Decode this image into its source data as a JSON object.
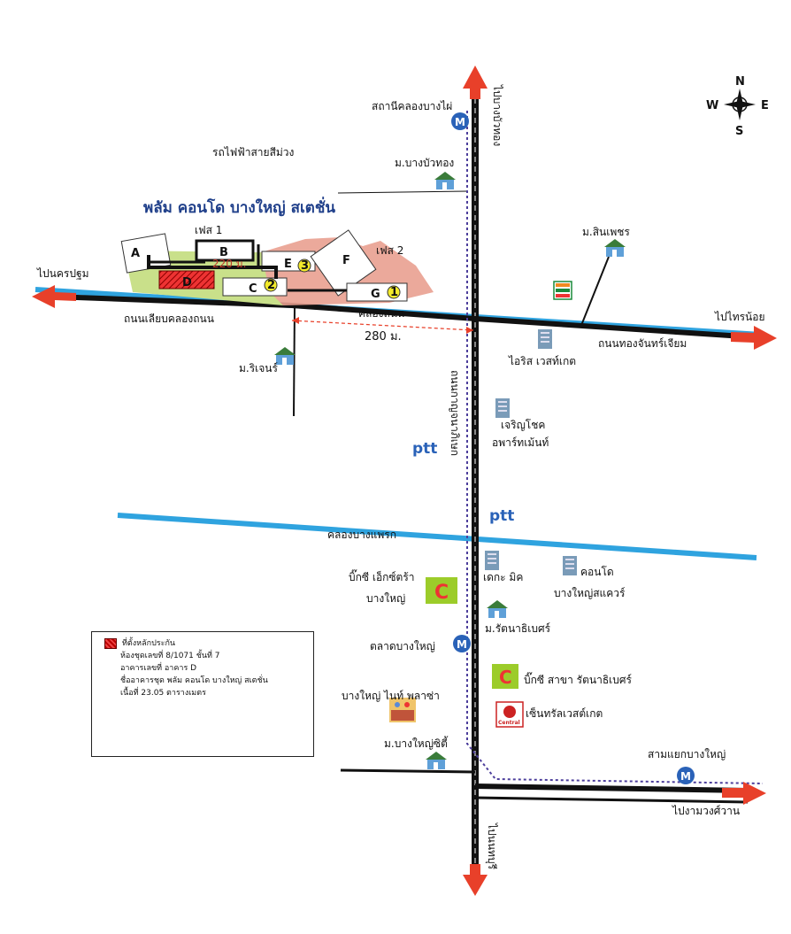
{
  "title": "พลัม คอนโด บางใหญ่ สเตชั่น",
  "phases": {
    "phase1": "เฟส 1",
    "phase2": "เฟส 2"
  },
  "buildings": {
    "A": "A",
    "B": "B",
    "C": "C",
    "D": "D",
    "E": "E",
    "F": "F",
    "G": "G"
  },
  "markers": {
    "n1": "1",
    "n2": "2",
    "n3": "3"
  },
  "distances": {
    "d220": "220 ม.",
    "d280": "280 ม."
  },
  "roads": {
    "to_nakhon_pathom": "ไปนครปฐม",
    "to_sai_noi": "ไปไทรน้อย",
    "canal_side_road": "ถนนเลียบคลองถนน",
    "canal_thanon": "คลองถนน",
    "thong_chan_road": "ถนนทองจันทร์เจียม",
    "kanchanaphisek_left": "ถนนกาญจนาภิเษก",
    "to_ngam_wong_wan": "ไปงามวงศ์วาน",
    "north_road": "ไปบางบัวทอง",
    "south_road": "ไปนนทบุรี",
    "canal_bang_phraek": "คลองบางแพรก"
  },
  "places": {
    "khlong_bang_phai_station": "สถานีคลองบางไผ่",
    "purple_line": "รถไฟฟ้าสายสีม่วง",
    "bang_bua_thong_village": "ม.บางบัวทอง",
    "sinphet_village": "ม.สินเพชร",
    "iris_westgate": "ไอริส เวสท์เกต",
    "ri_chen_village": "ม.ริเจนร์",
    "charoenchok_apartment_1": "เจริญโชค",
    "charoenchok_apartment_2": "อพาร์ทเม้นท์",
    "ptt_1": "ptt",
    "ptt_2": "ptt",
    "bigc_extra_1": "บิ๊กซี เอ็กซ์ตร้า",
    "bigc_extra_2": "บางใหญ่",
    "tc_mix": "เดกะ มิค",
    "condo_square_1": "คอนโด",
    "condo_square_2": "บางใหญ่สแควร์",
    "rattanathibet_village": "ม.รัตนาธิเบศร์",
    "talad_bang_yai": "ตลาดบางใหญ่",
    "bigc_rattanathibet": "บิ๊กซี สาขา รัตนาธิเบศร์",
    "bang_yai_night_plaza": "บางใหญ่ ไนท์ พลาซ่า",
    "central_westgate": "เซ็นทรัลเวสต์เกต",
    "bang_yai_city_village": "ม.บางใหญ่ซิตี้",
    "bang_yai_intersection": "สามแยกบางใหญ่",
    "central_logo": "Central",
    "bigc_logo": "C"
  },
  "compass": {
    "n": "N",
    "s": "S",
    "e": "E",
    "w": "W"
  },
  "metro_symbol": "M",
  "legend": {
    "line1": "ที่ตั้งหลักประกัน",
    "line2": "ห้องชุดเลขที่ 8/1071  ชั้นที่ 7",
    "line3": "อาคารเลขที่ อาคาร D",
    "line4": "ชื่ออาคารชุด พลัม คอนโด บางใหญ่ สเตชั่น",
    "line5": "เนื้อที่ 23.05 ตารางเมตร"
  },
  "colors": {
    "road": "#111111",
    "canal": "#2fa3df",
    "arrow": "#e8402a",
    "phase2_zone": "#e9a090",
    "phase1_zone": "#c9e08a",
    "highlight": "#e12a2a",
    "metro": "#2a62b8",
    "title": "#1f3f8a",
    "rail": "#4d3f9c"
  }
}
